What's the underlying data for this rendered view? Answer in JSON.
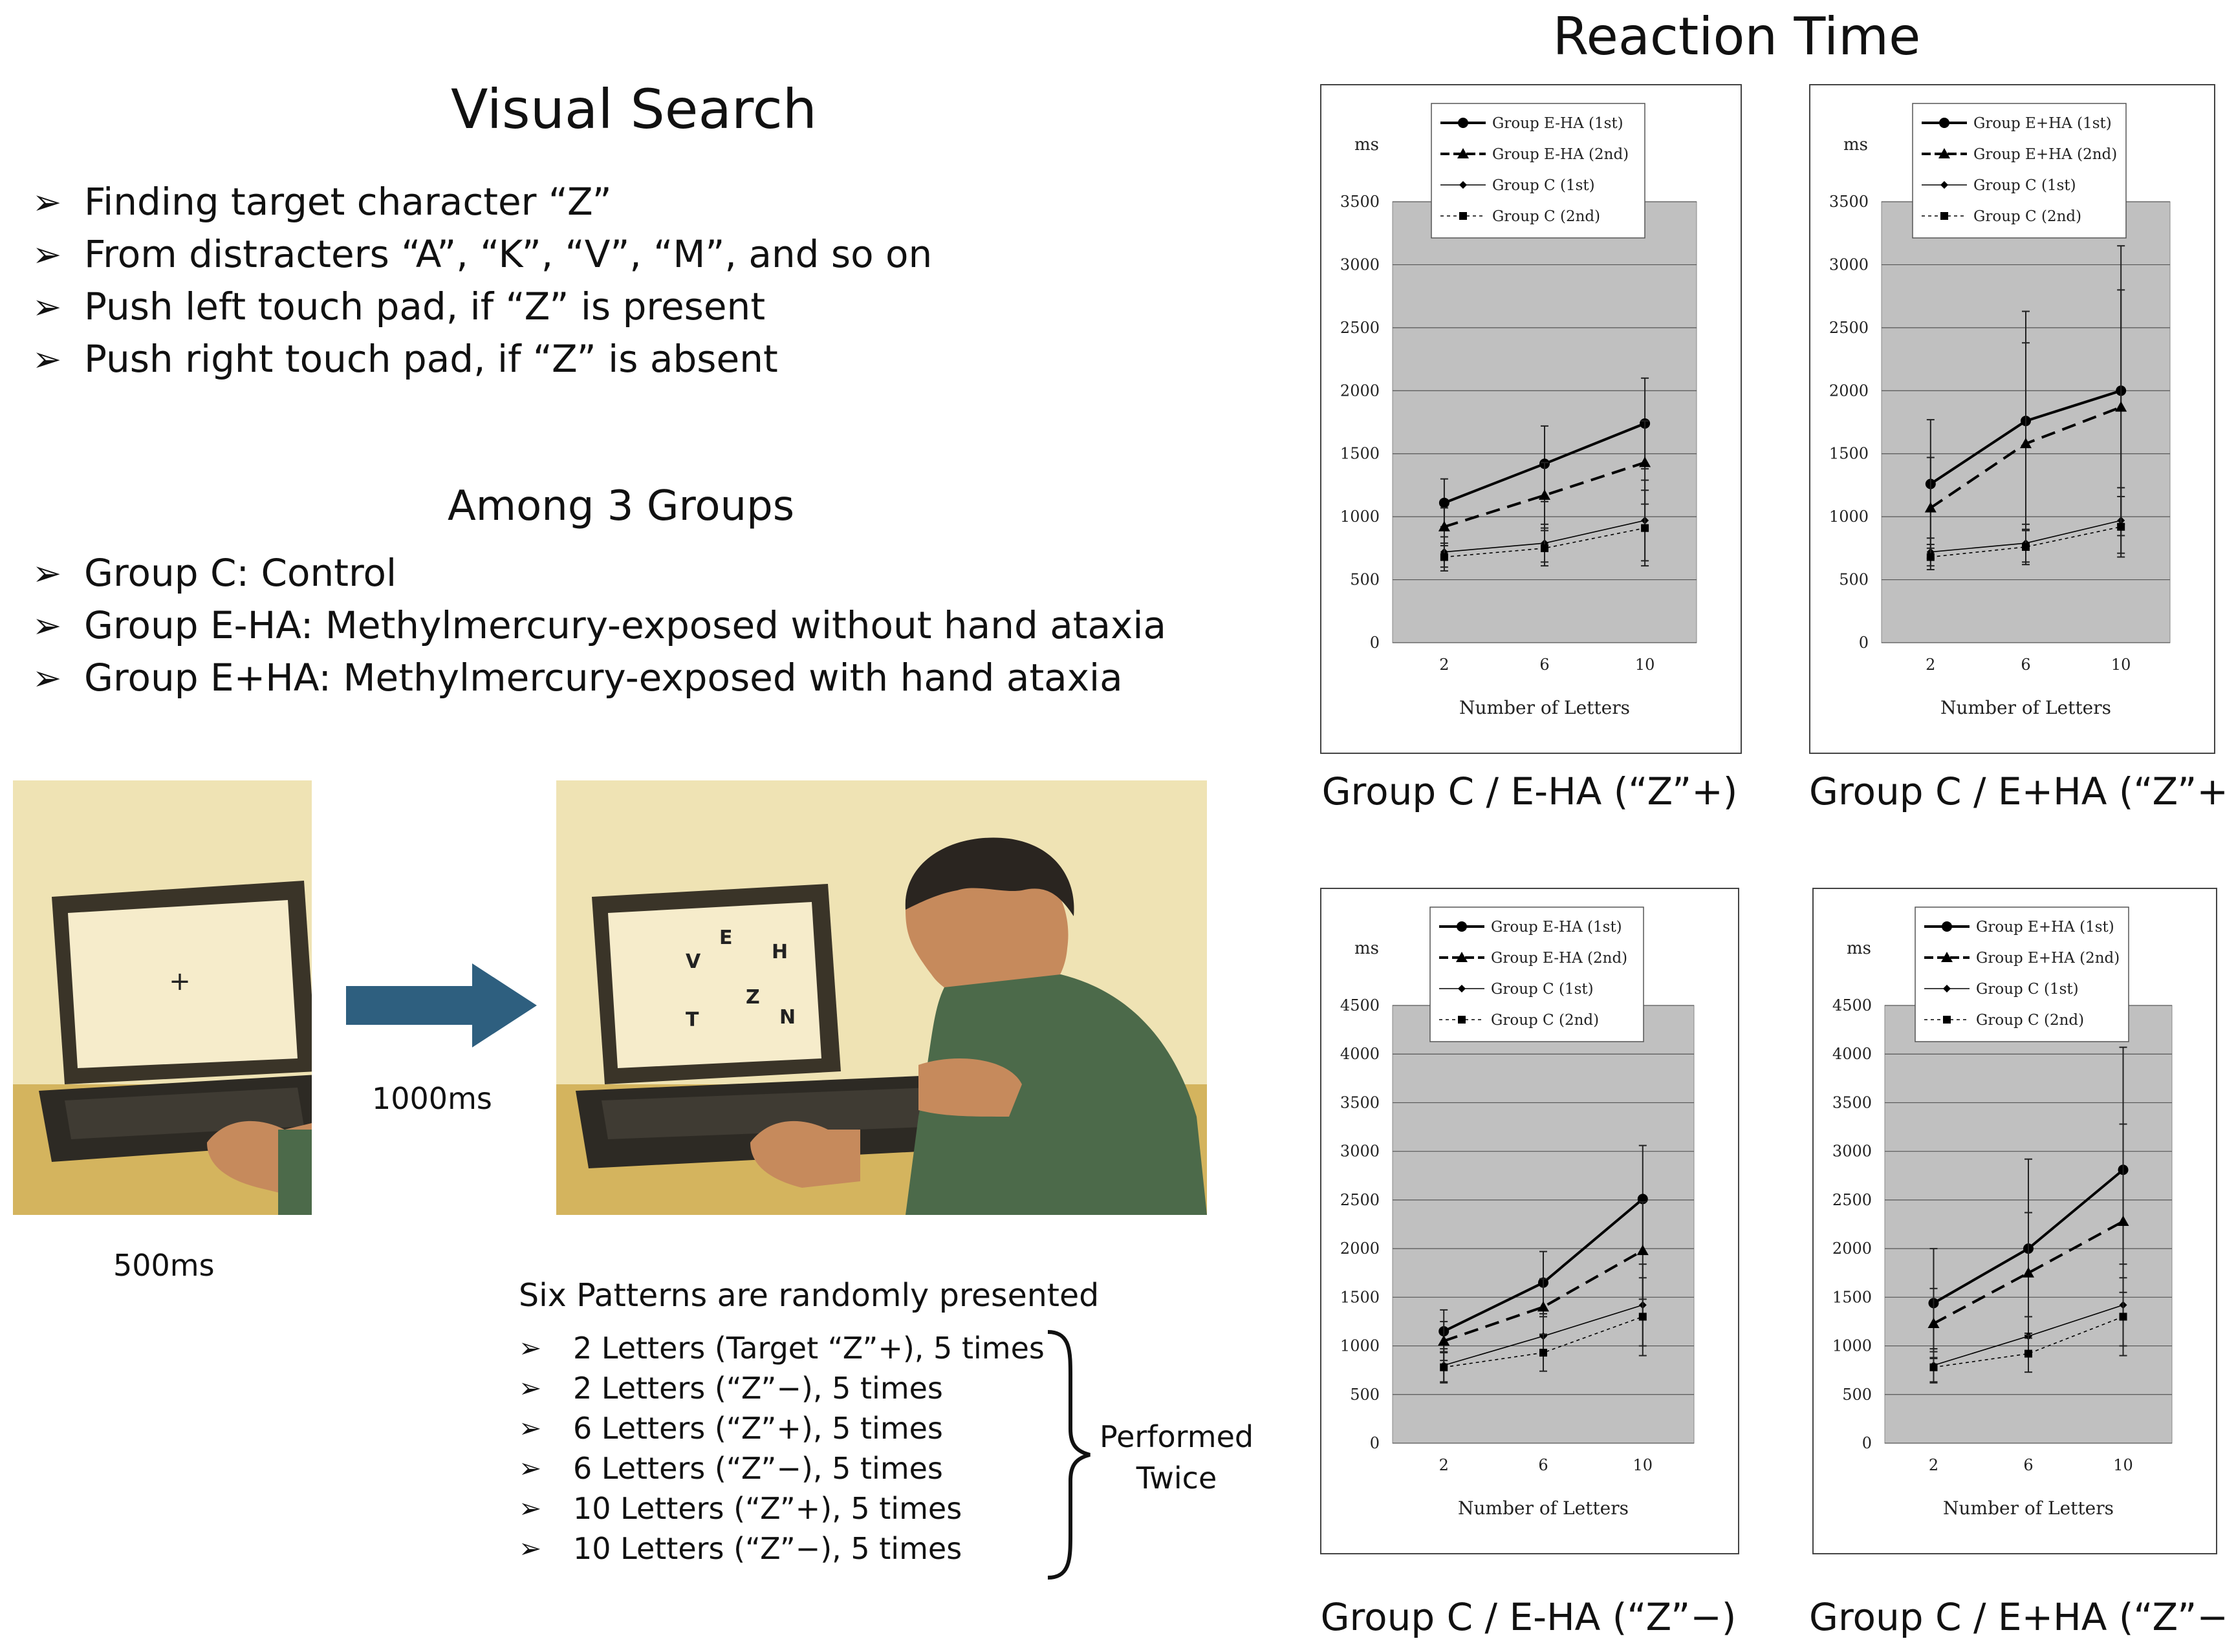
{
  "left": {
    "title": "Visual Search",
    "bullets": [
      "Finding target character “Z”",
      "From distracters “A”, “K”, “V”, “M”, and so on",
      "Push left touch pad, if “Z” is present",
      "Push right touch pad, if “Z” is absent"
    ],
    "groups_title": "Among 3 Groups",
    "groups": [
      "Group C: Control",
      "Group E-HA: Methylmercury-exposed without hand ataxia",
      "Group E+HA: Methylmercury-exposed with hand ataxia"
    ],
    "fixation_symbol": "+",
    "screen_letters": [
      "V",
      "E",
      "H",
      "Z",
      "T",
      "N"
    ],
    "time_fixation": "500ms",
    "time_arrow": "1000ms",
    "patterns_title": "Six Patterns are randomly presented",
    "patterns": [
      "2 Letters (Target “Z”+), 5 times",
      "2 Letters (“Z”−), 5 times",
      "6 Letters (“Z”+), 5 times",
      "6 Letters (“Z”−), 5 times",
      "10 Letters (“Z”+), 5 times",
      "10 Letters (“Z”−), 5 times"
    ],
    "performed": "Performed\nTwice",
    "bullet_symbol": "➢",
    "colors": {
      "arrow": "#2e5f7f",
      "desk": "#d4b45e",
      "wall": "#efe3b4",
      "shirt": "#4c6a4a",
      "skin": "#c68a5c"
    }
  },
  "right": {
    "title": "Reaction Time",
    "captions": [
      "Group C / E-HA (“Z”+)",
      "Group C / E+HA (“Z”+)",
      "Group C / E-HA (“Z”−)",
      "Group C / E+HA (“Z”−)"
    ]
  },
  "chart_data": [
    {
      "type": "line",
      "ylabel": "ms",
      "xlabel": "Number of Letters",
      "x": [
        2,
        6,
        10
      ],
      "ylim": [
        0,
        3500
      ],
      "yticks": [
        0,
        500,
        1000,
        1500,
        2000,
        2500,
        3000,
        3500
      ],
      "grid": true,
      "legend_position": "top",
      "series": [
        {
          "name": "Group E-HA (1st)",
          "style": "solid-circle",
          "values": [
            1110,
            1420,
            1740
          ],
          "err": [
            190,
            300,
            360
          ]
        },
        {
          "name": "Group E-HA (2nd)",
          "style": "dash-triangle",
          "values": [
            920,
            1170,
            1430
          ],
          "err": [
            150,
            260,
            330
          ]
        },
        {
          "name": "Group C (1st)",
          "style": "thin-diamond",
          "values": [
            720,
            790,
            970
          ],
          "err": [
            120,
            150,
            320
          ]
        },
        {
          "name": "Group C (2nd)",
          "style": "dotted-square",
          "values": [
            680,
            750,
            910
          ],
          "err": [
            110,
            140,
            300
          ]
        }
      ]
    },
    {
      "type": "line",
      "ylabel": "ms",
      "xlabel": "Number of Letters",
      "x": [
        2,
        6,
        10
      ],
      "ylim": [
        0,
        3500
      ],
      "yticks": [
        0,
        500,
        1000,
        1500,
        2000,
        2500,
        3000,
        3500
      ],
      "grid": true,
      "legend_position": "top",
      "series": [
        {
          "name": "Group E+HA (1st)",
          "style": "solid-circle",
          "values": [
            1260,
            1760,
            2000
          ],
          "err": [
            510,
            870,
            1150
          ]
        },
        {
          "name": "Group E+HA (2nd)",
          "style": "dash-triangle",
          "values": [
            1070,
            1580,
            1870
          ],
          "err": [
            400,
            800,
            930
          ]
        },
        {
          "name": "Group C (1st)",
          "style": "thin-diamond",
          "values": [
            720,
            790,
            970
          ],
          "err": [
            110,
            150,
            260
          ]
        },
        {
          "name": "Group C (2nd)",
          "style": "dotted-square",
          "values": [
            680,
            760,
            920
          ],
          "err": [
            100,
            140,
            240
          ]
        }
      ]
    },
    {
      "type": "line",
      "ylabel": "ms",
      "xlabel": "Number of Letters",
      "x": [
        2,
        6,
        10
      ],
      "ylim": [
        0,
        4500
      ],
      "yticks": [
        0,
        500,
        1000,
        1500,
        2000,
        2500,
        3000,
        3500,
        4000,
        4500
      ],
      "grid": true,
      "legend_position": "top",
      "series": [
        {
          "name": "Group E-HA (1st)",
          "style": "solid-circle",
          "values": [
            1150,
            1650,
            2510
          ],
          "err": [
            220,
            320,
            550
          ]
        },
        {
          "name": "Group E-HA (2nd)",
          "style": "dash-triangle",
          "values": [
            1050,
            1400,
            1980
          ],
          "err": [
            200,
            290,
            500
          ]
        },
        {
          "name": "Group C (1st)",
          "style": "thin-diamond",
          "values": [
            800,
            1100,
            1420
          ],
          "err": [
            170,
            200,
            420
          ]
        },
        {
          "name": "Group C (2nd)",
          "style": "dotted-square",
          "values": [
            780,
            930,
            1300
          ],
          "err": [
            160,
            190,
            400
          ]
        }
      ]
    },
    {
      "type": "line",
      "ylabel": "ms",
      "xlabel": "Number of Letters",
      "x": [
        2,
        6,
        10
      ],
      "ylim": [
        0,
        4500
      ],
      "yticks": [
        0,
        500,
        1000,
        1500,
        2000,
        2500,
        3000,
        3500,
        4000,
        4500
      ],
      "grid": true,
      "legend_position": "top",
      "series": [
        {
          "name": "Group E+HA (1st)",
          "style": "solid-circle",
          "values": [
            1440,
            2000,
            2810
          ],
          "err": [
            560,
            920,
            1260
          ]
        },
        {
          "name": "Group E+HA (2nd)",
          "style": "dash-triangle",
          "values": [
            1230,
            1750,
            2280
          ],
          "err": [
            360,
            620,
            1000
          ]
        },
        {
          "name": "Group C (1st)",
          "style": "thin-diamond",
          "values": [
            800,
            1100,
            1420
          ],
          "err": [
            170,
            200,
            420
          ]
        },
        {
          "name": "Group C (2nd)",
          "style": "dotted-square",
          "values": [
            780,
            920,
            1300
          ],
          "err": [
            160,
            190,
            400
          ]
        }
      ]
    }
  ]
}
